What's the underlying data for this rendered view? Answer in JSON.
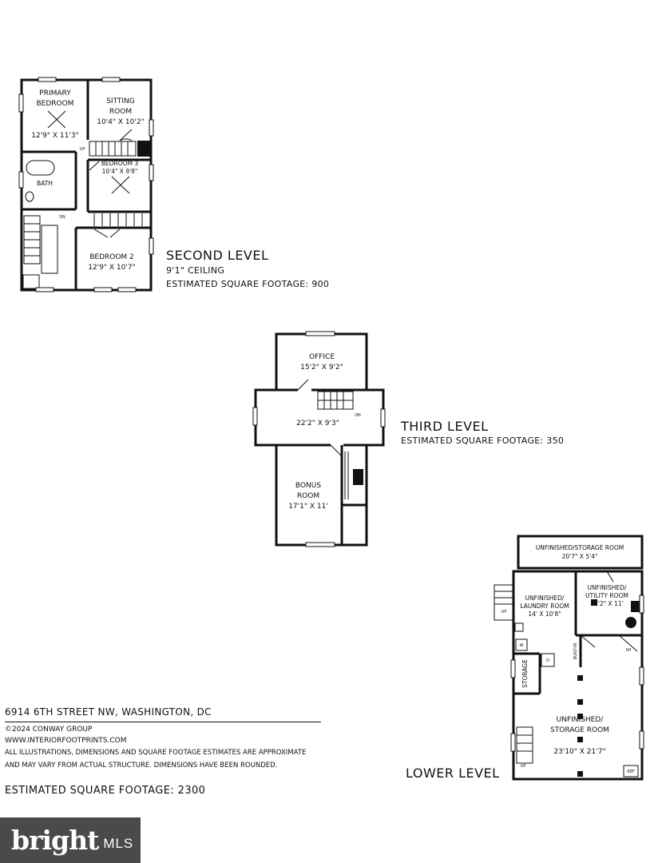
{
  "second_level": {
    "title": "SECOND LEVEL",
    "ceiling": "9'1\" CEILING",
    "sqft": "ESTIMATED SQUARE FOOTAGE: 900",
    "rooms": {
      "primary_name_1": "PRIMARY",
      "primary_name_2": "BEDROOM",
      "primary_dim": "12'9\" X 11'3\"",
      "sitting_name_1": "SITTING",
      "sitting_name_2": "ROOM",
      "sitting_dim": "10'4\" X 10'2\"",
      "bedroom3_name": "BEDROOM 3",
      "bedroom3_dim": "10'4\" X 9'8\"",
      "bath_name": "BATH",
      "bedroom2_name": "BEDROOM 2",
      "bedroom2_dim": "12'9\" X 10'7\"",
      "up_label": "UP",
      "dn_label": "DN"
    }
  },
  "third_level": {
    "title": "THIRD LEVEL",
    "sqft": "ESTIMATED SQUARE FOOTAGE: 350",
    "rooms": {
      "office_name": "OFFICE",
      "office_dim": "15'2\" X 9'2\"",
      "hall_dim": "22'2\" X 9'3\"",
      "bonus_name_1": "BONUS",
      "bonus_name_2": "ROOM",
      "bonus_dim": "17'1\" X 11'",
      "dn_label": "DN"
    }
  },
  "lower_level": {
    "title": "LOWER LEVEL",
    "rooms": {
      "storage_top_name": "UNFINISHED/STORAGE ROOM",
      "storage_top_dim": "20'7\" X 5'4\"",
      "utility_name_1": "UNFINISHED/",
      "utility_name_2": "UTILITY ROOM",
      "utility_dim": "11'2\" X 11'",
      "laundry_name_1": "UNFINISHED/",
      "laundry_name_2": "LAUNDRY ROOM",
      "laundry_dim": "14' X 10'8\"",
      "storage_small": "STORAGE",
      "storage_main_1": "UNFINISHED/",
      "storage_main_2": "STORAGE ROOM",
      "storage_main_dim": "23'10\" X 21'7\"",
      "built_in": "BUILT-IN",
      "up_label": "UP",
      "washer": "W",
      "dryer": "D",
      "sh": "SH",
      "ref": "REF"
    }
  },
  "info": {
    "address": "6914 6TH STREET NW, WASHINGTON, DC",
    "copyright": "©2024 CONWAY GROUP",
    "website": "WWW.INTERIORFOOTPRINTS.COM",
    "disclaimer_1": "ALL ILLUSTRATIONS, DIMENSIONS AND SQUARE FOOTAGE ESTIMATES ARE APPROXIMATE",
    "disclaimer_2": "AND MAY VARY FROM ACTUAL STRUCTURE. DIMENSIONS HAVE BEEN ROUNDED.",
    "total_sqft": "ESTIMATED SQUARE FOOTAGE: 2300"
  },
  "watermark": {
    "brand": "bright",
    "mls": "MLS",
    "bg_color": "#4a4a4a"
  }
}
